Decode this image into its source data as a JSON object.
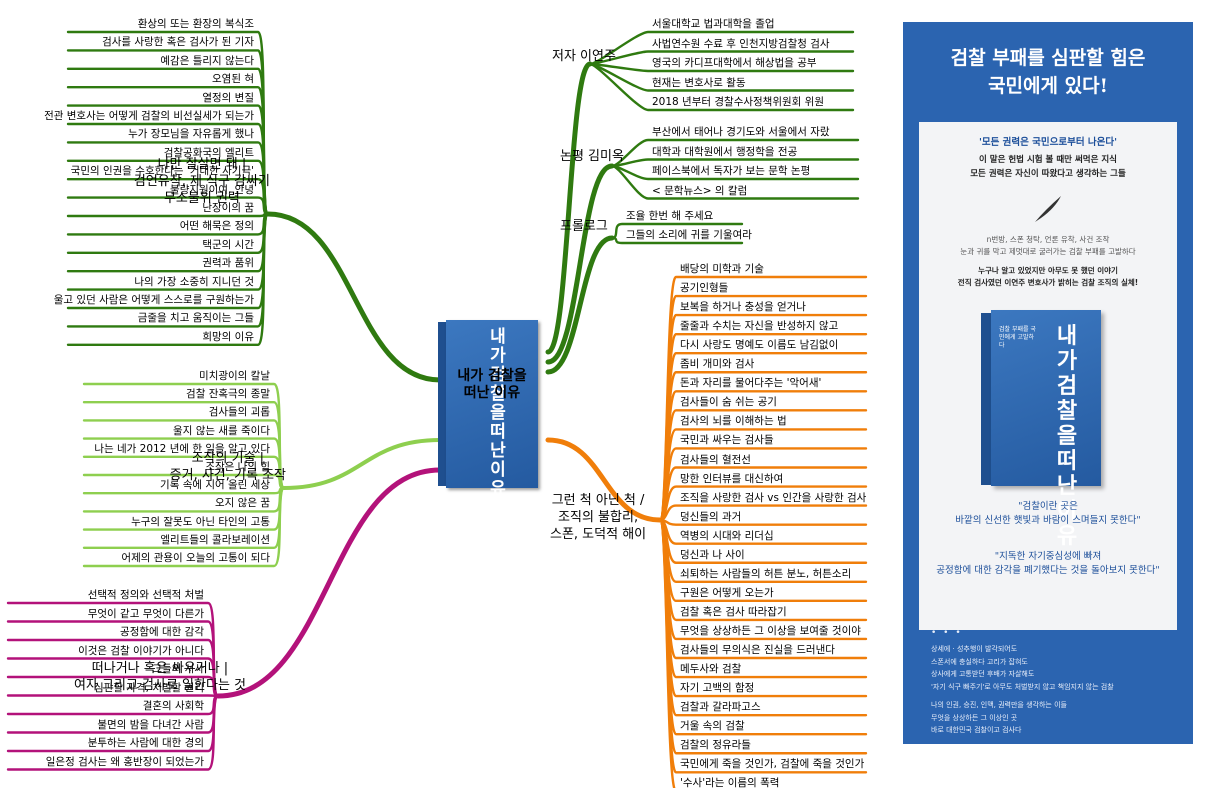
{
  "colors": {
    "green": "#2f7a10",
    "light_green": "#8ecf4f",
    "orange": "#f07e0a",
    "magenta": "#b3127a",
    "poster_blue": "#2b64b0"
  },
  "center": {
    "book_title": "내가 검찰을 떠난 이유",
    "label": "내가 검찰을 떠난 이유"
  },
  "branches": [
    {
      "id": "author",
      "title": "저자 이연주",
      "color": "green",
      "items": [
        "서울대학교 법과대학을 졸업",
        "사법연수원 수료 후 인천지방검찰청 검사",
        "영국의 카디프대학에서 해상법을 공부",
        "현재는 변호사로 활동",
        "2018 년부터 경찰수사정책위원회 위원"
      ]
    },
    {
      "id": "commentary",
      "title": "논평 김미옥",
      "color": "green",
      "items": [
        "부산에서 태어나 경기도와 서울에서 자랐",
        "대학과 대학원에서 행정학을 전공",
        "페이스북에서 독자가 보는 문학 논평",
        "< 문학뉴스> 의 칼럼"
      ]
    },
    {
      "id": "prologue",
      "title": "프롤로그",
      "color": "green",
      "items": [
        "조율 한번 해 주세요",
        "그들의 소리에 귀를 기울여라"
      ]
    },
    {
      "id": "part1",
      "title": "나만 잘살면 돼 | 검언유착, 제 식구 감싸기 무소불위 권력",
      "title_lines": [
        "나만 잘살면 돼 |",
        "검언유착, 제 식구 감싸기",
        "무소불위 권력"
      ],
      "color": "green",
      "items": [
        "환상의 또는 환장의 복식조",
        "검사를 사랑한 혹은 검사가 된 기자",
        "예감은 틀리지 않는다",
        "오염된 혀",
        "열정의 변질",
        "전관 변호사는 어떻게 검찰의 비선실세가 되는가",
        "누가 장모님을 자유롭게 했나",
        "검찰공화국의 엘리트",
        "국민의 인권을 수호한다는 '거대한 사기극'",
        "불량지원이여, 안녕",
        "난장이의 꿈",
        "어떤 해묵은 정의",
        "택군의 시간",
        "권력과 품위",
        "나의 가장 소중히 지니던 것",
        "울고 있던 사람은 어떻게 스스로를 구원하는가",
        "금줄을 치고 움직이는 그들",
        "희망의 이유"
      ]
    },
    {
      "id": "part2",
      "title": "조작의 기술 | 증거, 사건, 기록 조작",
      "title_lines": [
        "조작의 기술 |",
        "증거, 사건, 기록 조작"
      ],
      "color": "light_green",
      "items": [
        "미치광이의 칼날",
        "검찰 잔혹극의 종말",
        "검사들의 괴롭",
        "울지 않는 새를 죽이다",
        "나는 네가 2012 년에 한 일을 알고 있다",
        "조작은 나의 힘",
        "기록 속에 지어 올린 세상",
        "오지 않은 꿈",
        "누구의 잘못도 아닌 타인의 고통",
        "엘리트들의 콜라보레이션",
        "어제의 관용이 오늘의 고통이 되다"
      ]
    },
    {
      "id": "part3",
      "title": "떠나거나 혹은 싸우거나 | 여자 그리고 검사로 일한다는 것",
      "title_lines": [
        "떠나거나 혹은 싸우거나 |",
        "여자 그리고 검사로 일한다는 것"
      ],
      "color": "magenta",
      "items": [
        "선택적 정의와 선택적 처벌",
        "무엇이 같고 무엇이 다른가",
        "공정함에 대한 감각",
        "이것은 검찰 이야기가 아니다",
        "그들의 서사",
        "심판할 자격, 처벌할 권리",
        "결혼의 사회학",
        "불면의 밤을 다녀간 사람",
        "분투하는 사람에 대한 경의",
        "일은정 검사는 왜 홍반장이 되었는가"
      ]
    },
    {
      "id": "part4",
      "title": "그런 척 아닌 척 / 조직의 불합리, 스폰, 도덕적 해이",
      "title_lines": [
        "그런 척 아닌 척 /",
        "조직의 불합리,",
        "스폰, 도덕적 해이"
      ],
      "color": "orange",
      "items": [
        "배당의 미학과 기술",
        "공기인형들",
        "보복을 하거나 충성을 얻거나",
        "줄줄과 수치는 자신을 반성하지 않고",
        "다시 사랑도 명예도 이름도 남김없이",
        "좀비 개미와 검사",
        "돈과 자리를 물어다주는 '악어새'",
        "검사들이 숨 쉬는 공기",
        "검사의 뇌를 이해하는 법",
        "국민과 싸우는 검사들",
        "검사들의 혈전선",
        "망한 인터뷰를 대신하여",
        "조직을 사랑한 검사 vs 인간을 사랑한 검사",
        "덩신들의 과거",
        "역병의 시대와 리더십",
        "덩신과 나 사이",
        "쇠퇴하는 사람들의 허튼 분노, 허튼소리",
        "구원은 어떻게 오는가",
        "검찰 혹은 검사 따라잡기",
        "무엇을 상상하든 그 이상을 보여줄 것이야",
        "검사들의 무의식은 진실을 드러낸다",
        "메두사와 검찰",
        "자기 고백의 함정",
        "검찰과 갈라파고스",
        "거울 속의 검찰",
        "검찰의 정유라들",
        "국민에게 죽을 것인가, 검찰에 죽을 것인가",
        "'수사'라는 이름의 폭력"
      ]
    }
  ],
  "poster": {
    "headline_1": "검찰 부패를 심판할 힘은",
    "headline_2": "국민에게 있다!",
    "quote_1": "'모든 권력은 국민으로부터 나온다'",
    "quote_1b": "이 말은 헌법 시험 볼 때만 써먹은 지식",
    "quote_1c": "모든 권력은 자신이 따왔다고 생각하는 그들",
    "small_1": "n번방, 스폰 청탁, 언론 유착, 사건 조작",
    "small_2": "눈과 귀를 막고 제멋대로 굴러가는 검찰 부패를 고발하다",
    "bold_1": "누구나 알고 있었지만 아무도 못 했던 이야기",
    "bold_2": "전직 검사였던 이연주 변호사가 밝히는 검찰 조직의 실체!",
    "book_title": "내가 검찰을 떠난 이유",
    "book_tagline": "검찰 부패를 국민에게 고발하다",
    "quote_2a": "\"검찰이란 곳은",
    "quote_2b": "바깥의 신선한 햇빛과 바람이 스며들지 못한다\"",
    "quote_3a": "\"지독한 자기중심성에 빠져",
    "quote_3b": "공정함에 대한 감각을 폐기했다는 것을 돌아보지 못한다\"",
    "dots": "• • •",
    "footer": [
      "상세에 · 성추행이 발각되어도",
      "스폰서에 충실하다 고리가 잡혀도",
      "상사에게 고통받던 후배가 자살해도",
      "'자기 식구 빠주기'로 아무도 처벌받지 않고 책임지지 않는 검찰",
      "나의 인권, 승진, 인맥, 권력만을 생각하는 이들",
      "무엇을 상상하든 그 이상인 곳",
      "바로 대한민국 검찰이고 검사다"
    ]
  }
}
